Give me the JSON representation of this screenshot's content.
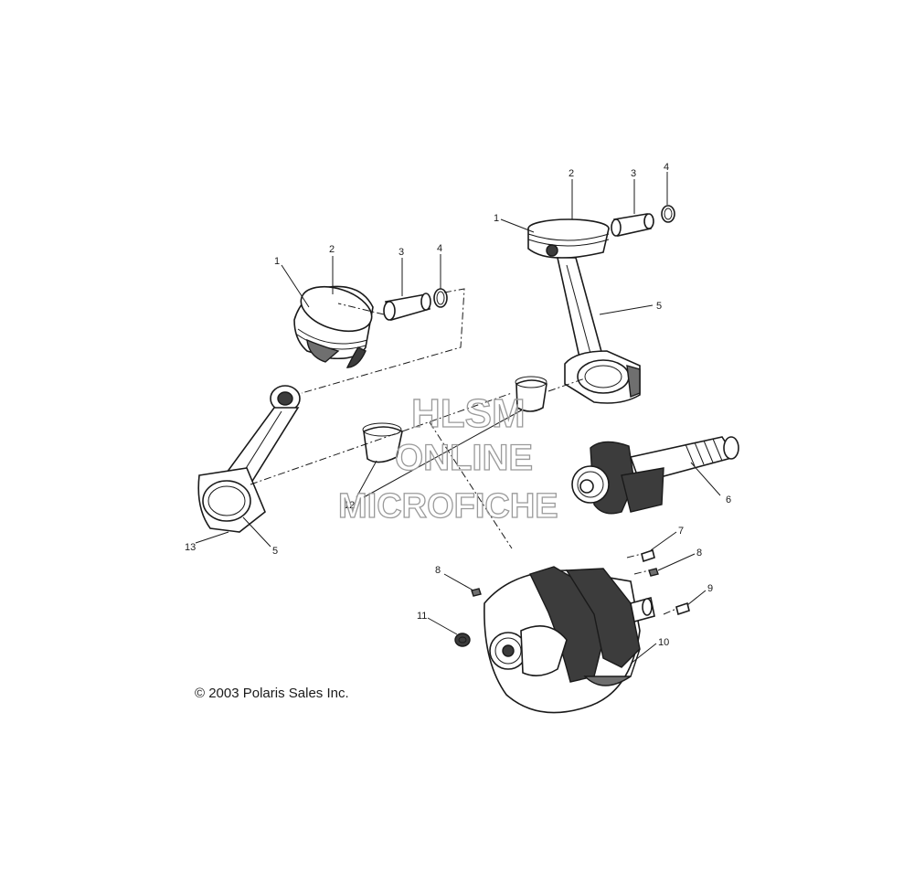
{
  "labels": {
    "l1": "1",
    "l2": "2",
    "l3": "3",
    "l4": "4",
    "r1": "1",
    "r2": "2",
    "r3": "3",
    "r4": "4",
    "r5": "5",
    "rod5": "5",
    "rod13": "13",
    "b12": "12",
    "c6": "6",
    "c7": "7",
    "c8a": "8",
    "c8b": "8",
    "c9": "9",
    "c10": "10",
    "c11": "11"
  },
  "copyright": "© 2003 Polaris Sales Inc.",
  "watermark": {
    "line1": "HLSM",
    "line2": "ONLINE",
    "line3": "MICROFICHE"
  }
}
